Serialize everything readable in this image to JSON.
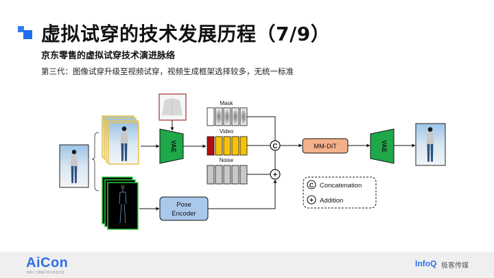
{
  "header": {
    "title": "虚拟试穿的技术发展历程（7/9）",
    "subtitle": "京东零售的虚拟试穿技术演进脉络",
    "description": "第三代：图像试穿升级至视频试穿，视频生成框架选择较多，无统一标准"
  },
  "diagram": {
    "labels": {
      "mask": "Mask",
      "video": "Video",
      "noise": "Noise",
      "vae_left": "VAE",
      "vae_right": "VAE",
      "mmdit": "MM-DiT",
      "pose_encoder_line1": "Pose",
      "pose_encoder_line2": "Encoder",
      "concat_symbol": "C",
      "add_symbol": "+"
    },
    "legend": {
      "concat_symbol": "C",
      "concat_label": "Concatenation",
      "add_symbol": "+",
      "add_label": "Addition"
    },
    "colors": {
      "vae": "#1ea84a",
      "mmdit": "#f5b08a",
      "pose_encoder": "#a9c8ec",
      "video_first": "#b30d0d",
      "video_frames": "#f5c20a",
      "noise_frames": "#c8c8c8",
      "frame_border_yellow": "#f0d060",
      "frame_border_green": "#2ecc40",
      "garment_border": "#a03030"
    }
  },
  "footer": {
    "left_logo": "AiCon",
    "left_logo_sub": "全球人工智能开发与应用大会",
    "right_logo": "InfoQ",
    "right_logo_cn": "极客传媒"
  }
}
